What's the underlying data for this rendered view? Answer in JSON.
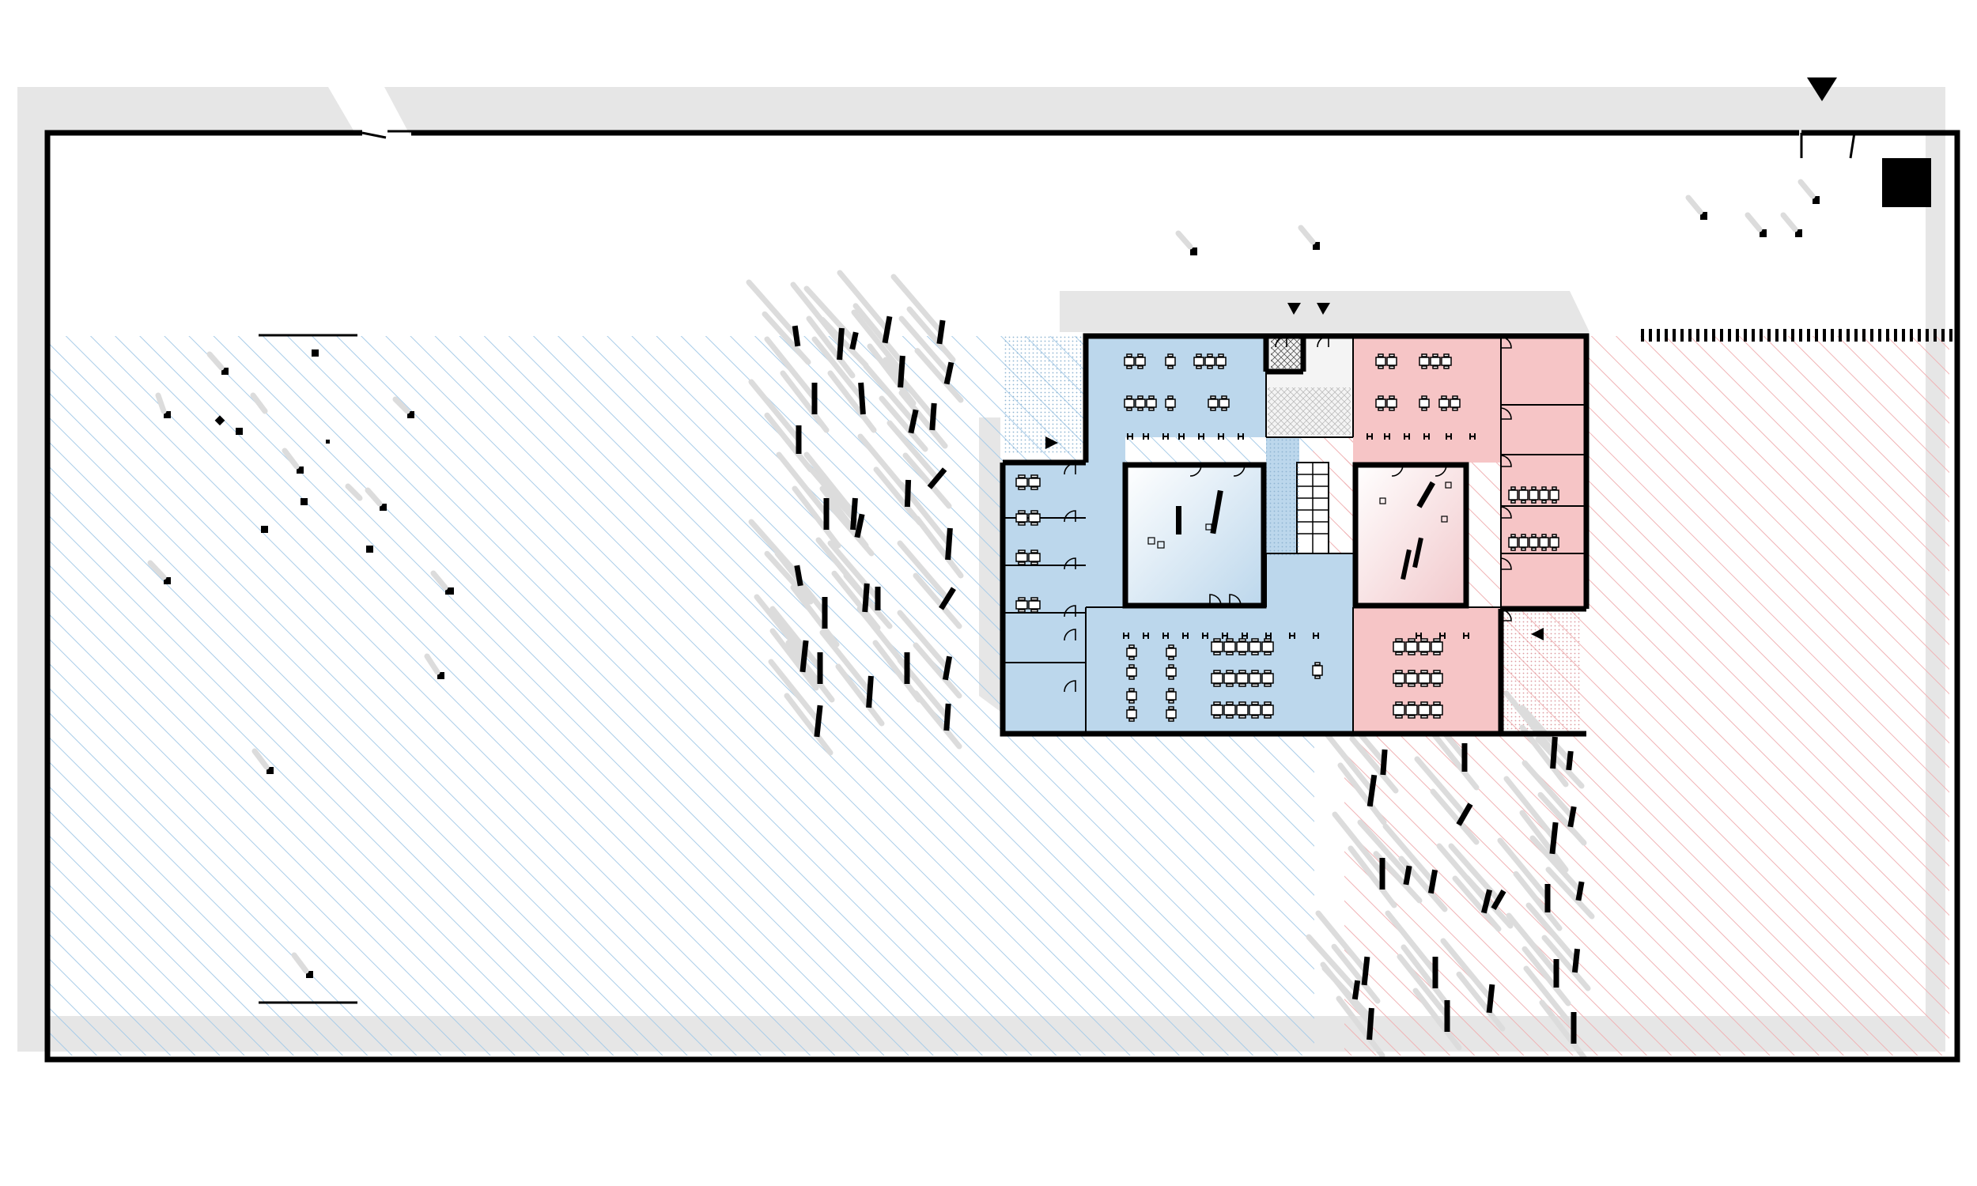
{
  "diagram": {
    "type": "architectural-floor-plan",
    "text_labels": [],
    "colors": {
      "background": "#ffffff",
      "shadow": "#e6e6e6",
      "wall": "#000000",
      "blue_zone_fill": "#bcd7ec",
      "blue_hatch": "#a8cce8",
      "red_zone_fill": "#f6c5c6",
      "red_hatch": "#f0b3b5",
      "courtyard_blue": "#ddeaf3",
      "courtyard_red": "#f4dadc",
      "kitchen_fill": "#f4f4f4"
    },
    "icons": [
      "entrance-arrow-icon",
      "north-marker-icon",
      "table-group-icon",
      "bench-icon",
      "door-swing-icon",
      "tree-trunk-icon"
    ],
    "zones": [
      {
        "name": "blue-zone",
        "color": "blue"
      },
      {
        "name": "red-zone",
        "color": "red"
      }
    ]
  }
}
